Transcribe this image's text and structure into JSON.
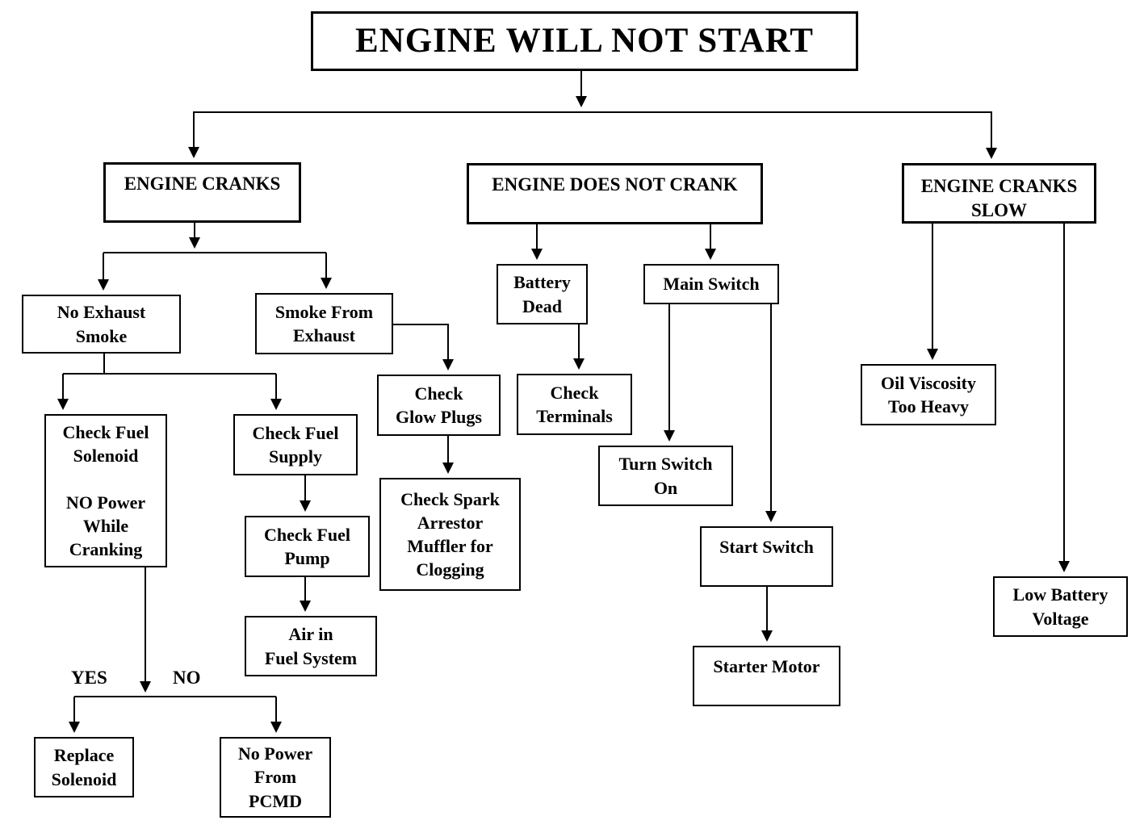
{
  "title": {
    "label": "ENGINE WILL NOT START"
  },
  "nodes": {
    "engine_cranks": {
      "label": "ENGINE CRANKS"
    },
    "engine_does_not_crank": {
      "label": "ENGINE DOES NOT CRANK"
    },
    "engine_cranks_slow": {
      "label": "ENGINE CRANKS\nSLOW"
    },
    "no_exhaust_smoke": {
      "label": "No Exhaust\nSmoke"
    },
    "smoke_from_exhaust": {
      "label": "Smoke From\nExhaust"
    },
    "check_fuel_solenoid": {
      "label": "Check Fuel\nSolenoid\n\nNO Power\nWhile\nCranking"
    },
    "check_fuel_supply": {
      "label": "Check Fuel\nSupply"
    },
    "check_fuel_pump": {
      "label": "Check Fuel\nPump"
    },
    "air_in_fuel_system": {
      "label": "Air in\nFuel System"
    },
    "check_glow_plugs": {
      "label": "Check\nGlow Plugs"
    },
    "check_spark_arrestor": {
      "label": "Check Spark\nArrestor\nMuffler for\nClogging"
    },
    "battery_dead": {
      "label": "Battery\nDead"
    },
    "check_terminals": {
      "label": "Check\nTerminals"
    },
    "main_switch": {
      "label": "Main Switch"
    },
    "turn_switch_on": {
      "label": "Turn Switch\nOn"
    },
    "start_switch": {
      "label": "Start Switch"
    },
    "starter_motor": {
      "label": "Starter Motor"
    },
    "oil_viscosity_too_heavy": {
      "label": "Oil Viscosity\nToo Heavy"
    },
    "low_battery_voltage": {
      "label": "Low Battery\nVoltage"
    },
    "replace_solenoid": {
      "label": "Replace\nSolenoid"
    },
    "no_power_from_pcmd": {
      "label": "No Power\nFrom\nPCMD"
    }
  },
  "branch_labels": {
    "yes": "YES",
    "no": "NO"
  },
  "colors": {
    "line": "#000000",
    "box_border": "#000000",
    "text": "#000000",
    "background": "#ffffff"
  }
}
